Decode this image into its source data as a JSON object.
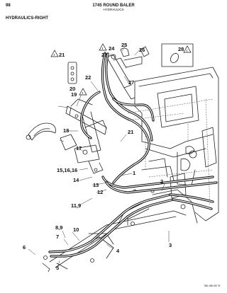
{
  "header": {
    "page_number": "98",
    "title": "1745 ROUND BALER",
    "subtitle": "HYDRAULICS",
    "section": "HYDRAULICS-RIGHT"
  },
  "callouts": {
    "c24": "24",
    "c23": "23",
    "c25": "25",
    "c26": "26",
    "c28": "28",
    "c21a": "21",
    "c22": "22",
    "c27": "27",
    "c20": "20",
    "c19": "19",
    "c18": "18",
    "c21b": "21",
    "c17": "17",
    "c15": "15,16,16",
    "c1": "1",
    "c2": "2",
    "c14": "14",
    "c13": "13",
    "c12": "12",
    "c11": "11,9",
    "c89": "8,9",
    "c10": "10",
    "c7": "7",
    "c6": "6",
    "c5": "5",
    "c4": "4",
    "c3": "3"
  },
  "warning_symbol": "warning-triangle-icon",
  "figure_ref": "786 188 097 B"
}
